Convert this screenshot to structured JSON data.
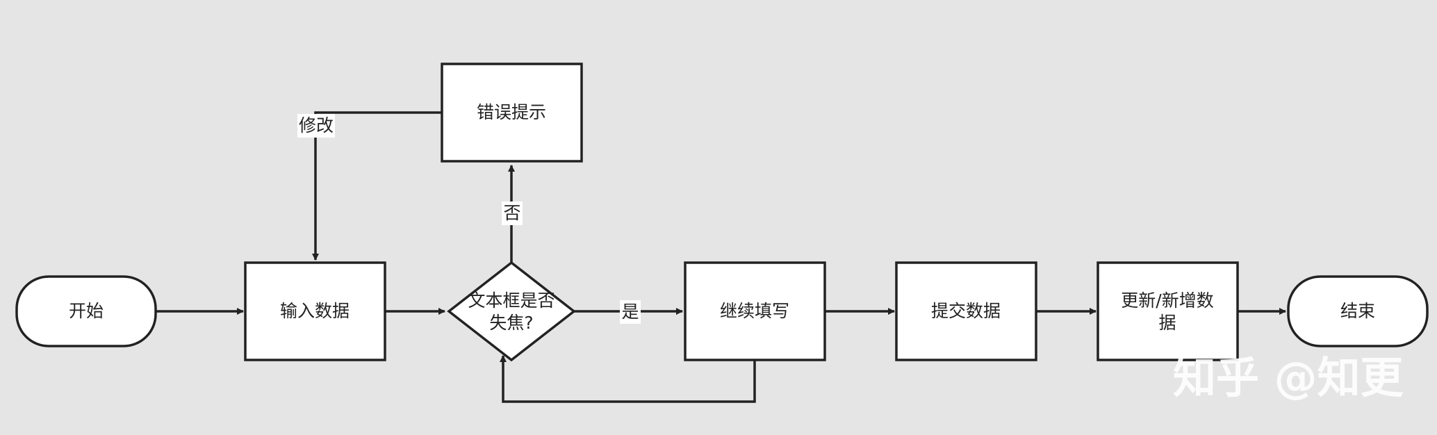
{
  "nodes": {
    "start": "开始",
    "input": "输入数据",
    "decision": [
      "文本框是否",
      "失焦?"
    ],
    "error": "错误提示",
    "continue": "继续填写",
    "submit": "提交数据",
    "update": [
      "更新/新增数",
      "据"
    ],
    "end": "结束"
  },
  "edge_labels": {
    "modify": "修改",
    "no": "否",
    "yes": "是"
  },
  "watermark": "知乎 @知更",
  "colors": {
    "background": "#e5e5e5",
    "stroke": "#222222",
    "fill": "#ffffff"
  }
}
